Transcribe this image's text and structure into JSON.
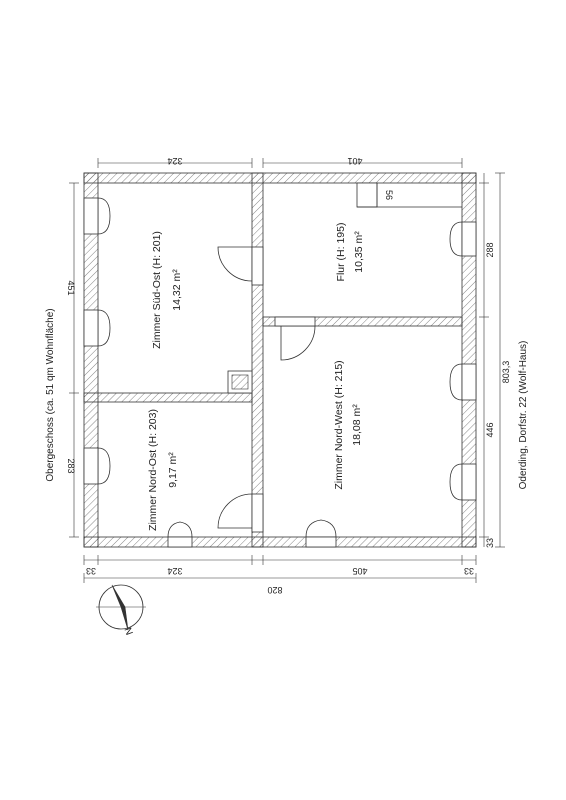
{
  "floor_title": "Obergeschoss (ca. 51 qm Wohnfläche)",
  "address": "Oderding, Dorfstr. 22 (Wolf-Haus)",
  "rooms": {
    "sued_ost": {
      "name": "Zimmer Süd-Ost (H: 201)",
      "area": "14,32 m²"
    },
    "nord_ost": {
      "name": "Zimmer Nord-Ost (H: 203)",
      "area": "9,17 m²"
    },
    "flur": {
      "name": "Flur (H: 195)",
      "area": "10,35 m²"
    },
    "nord_west": {
      "name": "Zimmer Nord-West (H: 215)",
      "area": "18,08 m²"
    }
  },
  "dimensions": {
    "top_left": "324",
    "top_right": "401",
    "left_upper": "451",
    "left_lower": "283",
    "right_upper": "288",
    "right_lower": "446",
    "right_total": "803,3",
    "right_small": "33",
    "bottom_a": "33",
    "bottom_b": "324",
    "bottom_c": "405",
    "bottom_d": "33",
    "total_width": "820",
    "niche": "56"
  },
  "compass": {
    "arrow_letter": "N"
  }
}
